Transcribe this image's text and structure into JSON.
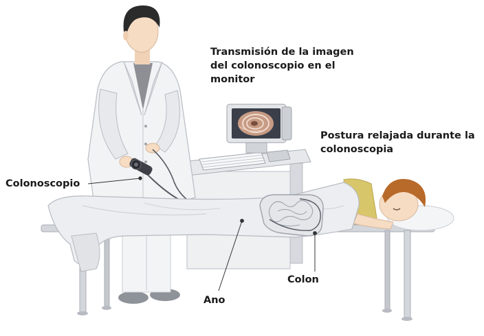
{
  "labels": {
    "transmision": [
      "Transmisión de la imagen",
      "del colonoscopio en el",
      "monitor"
    ],
    "postura": [
      "Postura relajada durante la",
      "colonoscopia"
    ],
    "colonoscopio": "Colonoscopio",
    "colon": "Colon",
    "ano": "Ano"
  },
  "colors": {
    "coat": "#f2f3f5",
    "coat_shadow": "#d9dbe0",
    "skin": "#f6dcc3",
    "hair_doctor": "#2b2b2b",
    "hair_patient": "#b86a2a",
    "sheet": "#eceef1",
    "sheet_shadow": "#cfd2d8",
    "table_metal": "#c9ccd1",
    "monitor_body": "#e3e5e8",
    "screen": "#3a3f4a",
    "shirt_patient": "#d8c66b",
    "leader_line": "#333333"
  }
}
